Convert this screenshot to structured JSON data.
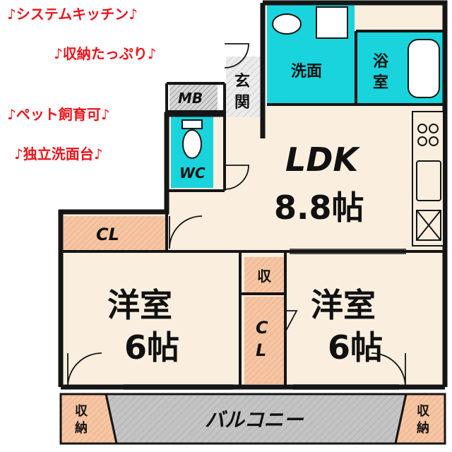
{
  "features": [
    "♪システムキッチン♪",
    "♪収納たっぷり♪",
    "♪ペット飼育可♪",
    "♪独立洗面台♪"
  ],
  "rooms": {
    "ldk_name": "LDK",
    "ldk_size": "8.8帖",
    "western1_name": "洋室",
    "western1_size": "6帖",
    "western2_name": "洋室",
    "western2_size": "6帖",
    "entrance_1": "玄",
    "entrance_2": "関",
    "washroom": "洗面",
    "bath_1": "浴",
    "bath_2": "室",
    "wc": "WC",
    "mb": "MB",
    "cl": "CL",
    "cl_vertical_1": "C",
    "cl_vertical_2": "L",
    "storage_small": "収",
    "storage_left_1": "収",
    "storage_left_2": "納",
    "storage_right_1": "収",
    "storage_right_2": "納",
    "balcony": "バルコニー"
  },
  "colors": {
    "wall": "#151515",
    "room_floor": "#faefdf",
    "storage": "#f6c6a4",
    "water_area": "#19d4dc",
    "balcony": "#bdbdbd",
    "feature_text": "#e8141b"
  }
}
